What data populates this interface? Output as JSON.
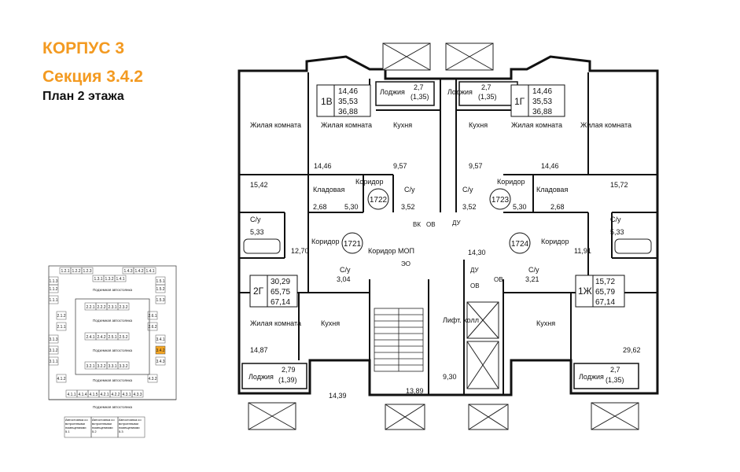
{
  "header": {
    "building": "КОРПУС 3",
    "section": "Секция 3.4.2",
    "floor": "План 2 этажа"
  },
  "apartments": [
    {
      "id": "1В",
      "areas": [
        "14,46",
        "35,53",
        "36,88"
      ]
    },
    {
      "id": "1Г",
      "areas": [
        "14,46",
        "35,53",
        "36,88"
      ]
    },
    {
      "id": "2Г",
      "areas": [
        "30,29",
        "65,75",
        "67,14"
      ]
    },
    {
      "id": "1Ж",
      "areas": [
        "15,72",
        "65,79",
        "67,14"
      ]
    }
  ],
  "room_numbers": [
    "1722",
    "1723",
    "1721",
    "1724"
  ],
  "loggias": [
    {
      "label": "Лоджия",
      "area": "2,7",
      "sub": "(1,35)"
    },
    {
      "label": "Лоджия",
      "area": "2,7",
      "sub": "(1,35)"
    },
    {
      "label": "Лоджия",
      "area": "2,79",
      "sub": "(1,39)"
    },
    {
      "label": "Лоджия",
      "area": "2,7",
      "sub": "(1,35)"
    }
  ],
  "labels": {
    "living": "Жилая комната",
    "kitchen": "Кухня",
    "corridor": "Коридор",
    "wc": "С/у",
    "pantry": "Кладовая",
    "corridor_mop": "Коридор МОП",
    "lift_hall": "Лифт. холл",
    "vk": "ВК",
    "ov": "ОВ",
    "du": "ДУ",
    "eo": "ЭО"
  },
  "dims": [
    "14,46",
    "9,57",
    "9,57",
    "14,46",
    "15,42",
    "2,68",
    "5,30",
    "3,52",
    "3,52",
    "5,30",
    "2,68",
    "15,72",
    "5,33",
    "5,33",
    "12,70",
    "14,30",
    "11,91",
    "3,04",
    "3,21",
    "14,87",
    "29,62",
    "14,39",
    "13,89",
    "9,30"
  ],
  "keyplan": {
    "top_row": [
      "1.2.1",
      "1.2.2",
      "1.2.3",
      "1.4.3",
      "1.4.2",
      "1.4.1"
    ],
    "top_inner": [
      "1.3.1",
      "1.3.2",
      "1.4.1"
    ],
    "left_col": [
      "1.1.3",
      "1.1.2",
      "1.1.1",
      "2.1.2",
      "2.1.1",
      "3.1.3",
      "3.1.2",
      "3.1.1",
      "4.1.2"
    ],
    "right_col": [
      "1.5.1",
      "1.5.2",
      "1.5.3",
      "2.6.1",
      "2.6.2",
      "3.4.1",
      "3.4.2",
      "3.4.3",
      "4.3.2"
    ],
    "row_2": [
      "2.2.1",
      "2.2.2",
      "2.3.1",
      "2.3.2"
    ],
    "row_3": [
      "2.4.1",
      "2.4.2",
      "2.5.1",
      "2.5.2"
    ],
    "row_4": [
      "3.2.1",
      "3.2.2",
      "3.3.1",
      "3.3.2"
    ],
    "bottom_row": [
      "4.1.1",
      "4.1.4",
      "4.1.5",
      "4.2.1",
      "4.2.2",
      "4.3.1",
      "4.3.3"
    ],
    "yard_label": "Подземная автостоянка",
    "highlight": "3.4.2",
    "legend": [
      "Автостоянка со встроенными помещениями 5.1",
      "Автостоянка со встроенными помещениями 5.2",
      "Автостоянка со встроенными помещениями 5.3"
    ],
    "highlight_color": "#f5a623"
  }
}
